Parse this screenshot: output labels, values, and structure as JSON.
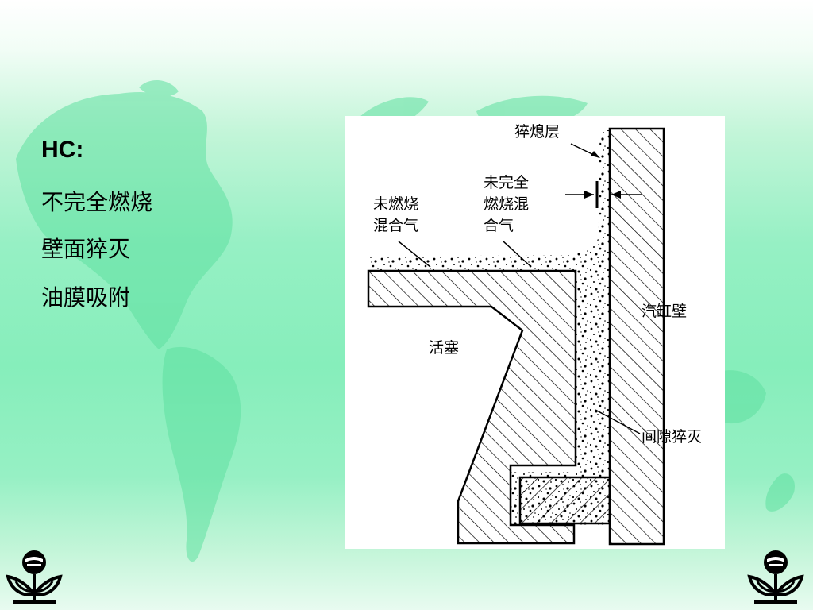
{
  "slide": {
    "title": "HC:",
    "items": [
      "不完全燃烧",
      "壁面猝灭",
      "油膜吸附"
    ]
  },
  "diagram": {
    "quench_layer": "猝熄层",
    "incomplete_mixture": [
      "未完全",
      "燃烧混",
      "合气"
    ],
    "unburned_mixture": [
      "未燃烧",
      "混合气"
    ],
    "cylinder_wall": "汽缸壁",
    "piston": "活塞",
    "crevice_quench": "间隙猝灭"
  },
  "colors": {
    "background": "#96f0c4",
    "map": "#5ee0a0",
    "ink": "#000000"
  },
  "icons": [
    "world-map-background",
    "plant-logo-icon"
  ]
}
